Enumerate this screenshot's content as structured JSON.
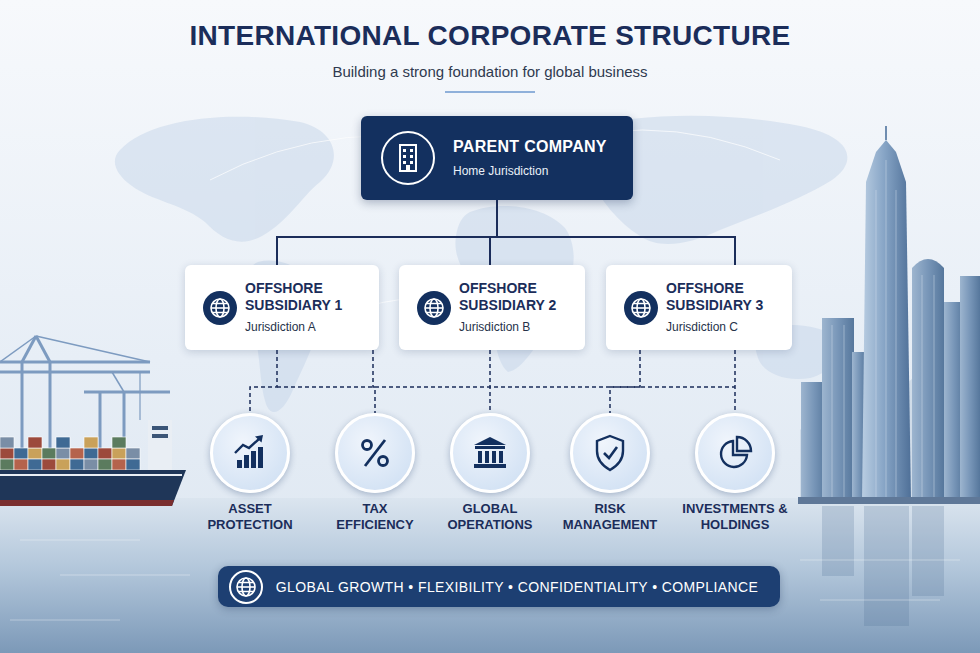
{
  "diagram": {
    "title": "INTERNATIONAL CORPORATE STRUCTURE",
    "caption": "Building a strong foundation for global business",
    "nodes": [
      {
        "text": [
          "PARENT COMPANY",
          "Home Jurisdiction"
        ]
      },
      {
        "text": [
          "OFFSHORE SUBSIDIARY 1",
          "Jurisdiction A"
        ]
      },
      {
        "text": [
          "OFFSHORE SUBSIDIARY 2",
          "Jurisdiction B"
        ]
      },
      {
        "text": [
          "OFFSHORE SUBSIDIARY 3",
          "Jurisdiction C"
        ]
      },
      {
        "text": [
          "ASSET PROTECTION"
        ]
      },
      {
        "text": [
          "TAX EFFICIENCY"
        ]
      },
      {
        "text": [
          "GLOBAL OPERATIONS"
        ]
      },
      {
        "text": [
          "RISK MANAGEMENT"
        ]
      },
      {
        "text": [
          "INVESTMENTS & HOLDINGS"
        ]
      },
      {
        "text": [
          "GLOBAL GROWTH • FLEXIBILITY • CONFIDENTIALITY • COMPLIANCE"
        ]
      }
    ],
    "edges": [
      {
        "from": 0,
        "to": 1,
        "arrow": "none"
      },
      {
        "from": 0,
        "to": 2,
        "arrow": "none"
      },
      {
        "from": 0,
        "to": 3,
        "arrow": "none"
      },
      {
        "from": 1,
        "to": 4,
        "arrow": "none"
      },
      {
        "from": 1,
        "to": 5,
        "arrow": "none"
      },
      {
        "from": 2,
        "to": 6,
        "arrow": "none"
      },
      {
        "from": 3,
        "to": 7,
        "arrow": "none"
      },
      {
        "from": 3,
        "to": 8,
        "arrow": "none"
      }
    ]
  }
}
